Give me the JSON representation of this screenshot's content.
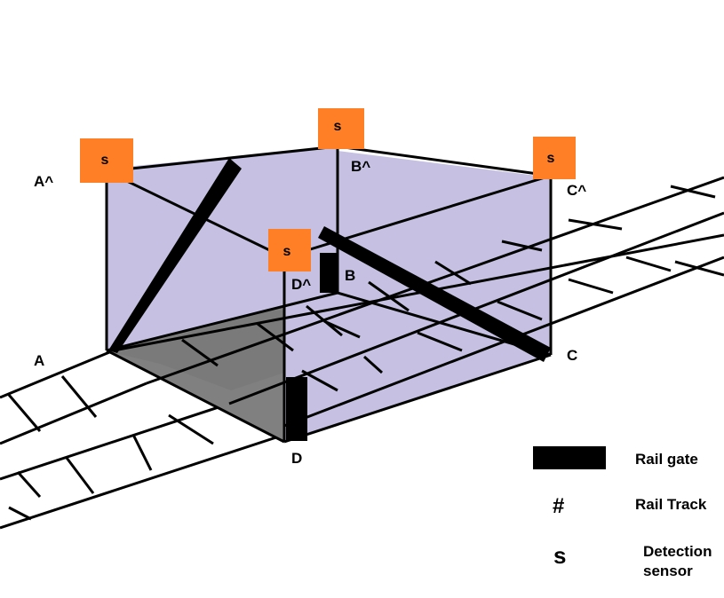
{
  "diagram": {
    "corner_labels": {
      "a_top": "A^",
      "b_top": "B^",
      "c_top": "C^",
      "d_top": "D^",
      "a": "A",
      "b": "B",
      "c": "C",
      "d": "D"
    },
    "sensor_label": "s",
    "legend": {
      "rail_gate": "Rail gate",
      "rail_track_symbol": "#",
      "rail_track": "Rail Track",
      "sensor_symbol": "s",
      "sensor_line1": "Detection",
      "sensor_line2": "sensor"
    }
  },
  "colors": {
    "box_face": "#c6c1e3",
    "floor_dark": "#808080",
    "sensor": "#ff7f27",
    "line": "#000000"
  }
}
